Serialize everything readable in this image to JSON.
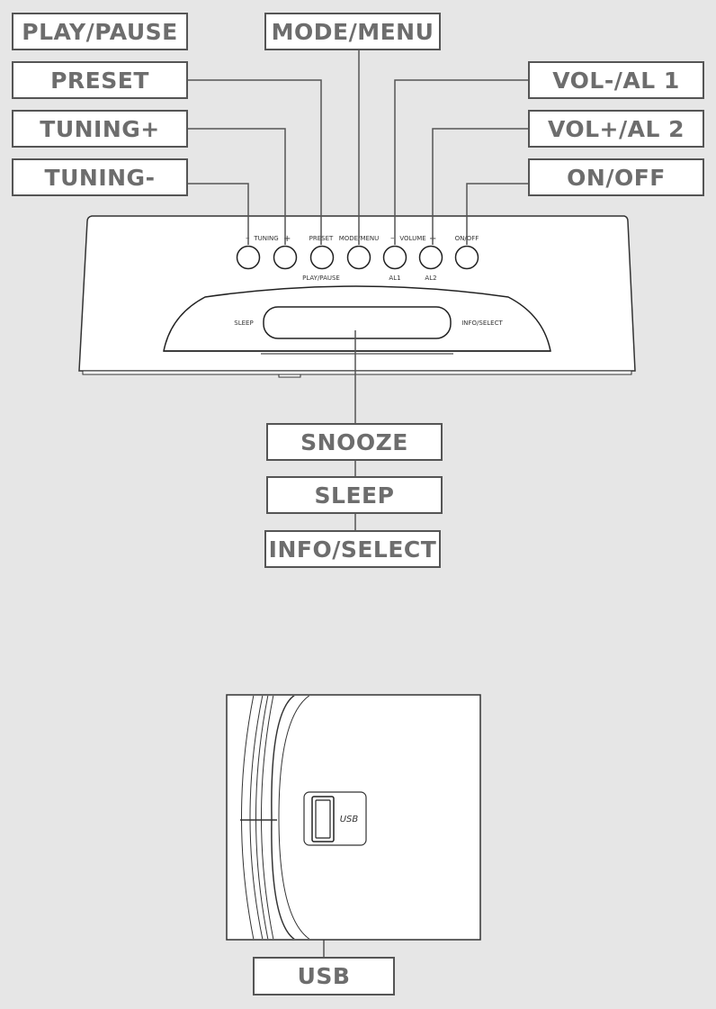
{
  "callouts": {
    "play_pause": "PLAY/PAUSE",
    "preset": "PRESET",
    "tuning_plus": "TUNING+",
    "tuning_minus": "TUNING-",
    "mode_menu": "MODE/MENU",
    "vol_minus_al1": "VOL-/AL 1",
    "vol_plus_al2": "VOL+/AL 2",
    "on_off": "ON/OFF",
    "snooze": "SNOOZE",
    "sleep": "SLEEP",
    "info_select": "INFO/SELECT",
    "usb": "USB"
  },
  "device_top_labels": {
    "tuning_minus": "–",
    "tuning": "TUNING",
    "tuning_plus": "+",
    "preset": "PRESET",
    "mode_menu": "MODE/MENU",
    "volume_minus": "–",
    "volume": "VOLUME",
    "volume_plus": "+",
    "on_off": "ON/OFF"
  },
  "device_bottom_labels": {
    "play_pause": "PLAY/PAUSE",
    "al1": "AL1",
    "al2": "AL2"
  },
  "device_front_labels": {
    "sleep": "SLEEP",
    "info_select": "INFO/SELECT"
  },
  "usb_port_label": "USB"
}
